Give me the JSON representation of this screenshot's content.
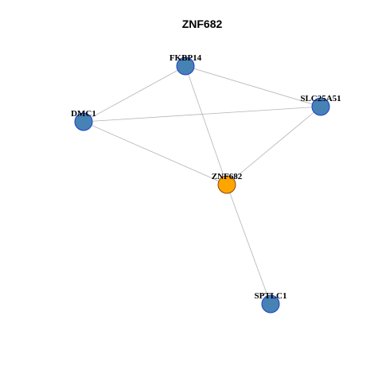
{
  "title": "ZNF682",
  "colors": {
    "center_fill": "#FFA500",
    "center_stroke": "#8B4513",
    "node_fill": "#4682B4",
    "node_stroke": "#1E3FCC",
    "edge": "#B3B3B3"
  },
  "nodes": [
    {
      "id": "fkbp14",
      "label": "FKBP14",
      "type": "neighbor"
    },
    {
      "id": "slc25a51",
      "label": "SLC25A51",
      "type": "neighbor"
    },
    {
      "id": "dmc1",
      "label": "DMC1",
      "type": "neighbor"
    },
    {
      "id": "znf682",
      "label": "ZNF682",
      "type": "center"
    },
    {
      "id": "sptlc1",
      "label": "SPTLC1",
      "type": "neighbor"
    }
  ],
  "edges": [
    [
      "fkbp14",
      "dmc1"
    ],
    [
      "fkbp14",
      "slc25a51"
    ],
    [
      "fkbp14",
      "znf682"
    ],
    [
      "dmc1",
      "slc25a51"
    ],
    [
      "dmc1",
      "znf682"
    ],
    [
      "slc25a51",
      "znf682"
    ],
    [
      "znf682",
      "sptlc1"
    ]
  ]
}
